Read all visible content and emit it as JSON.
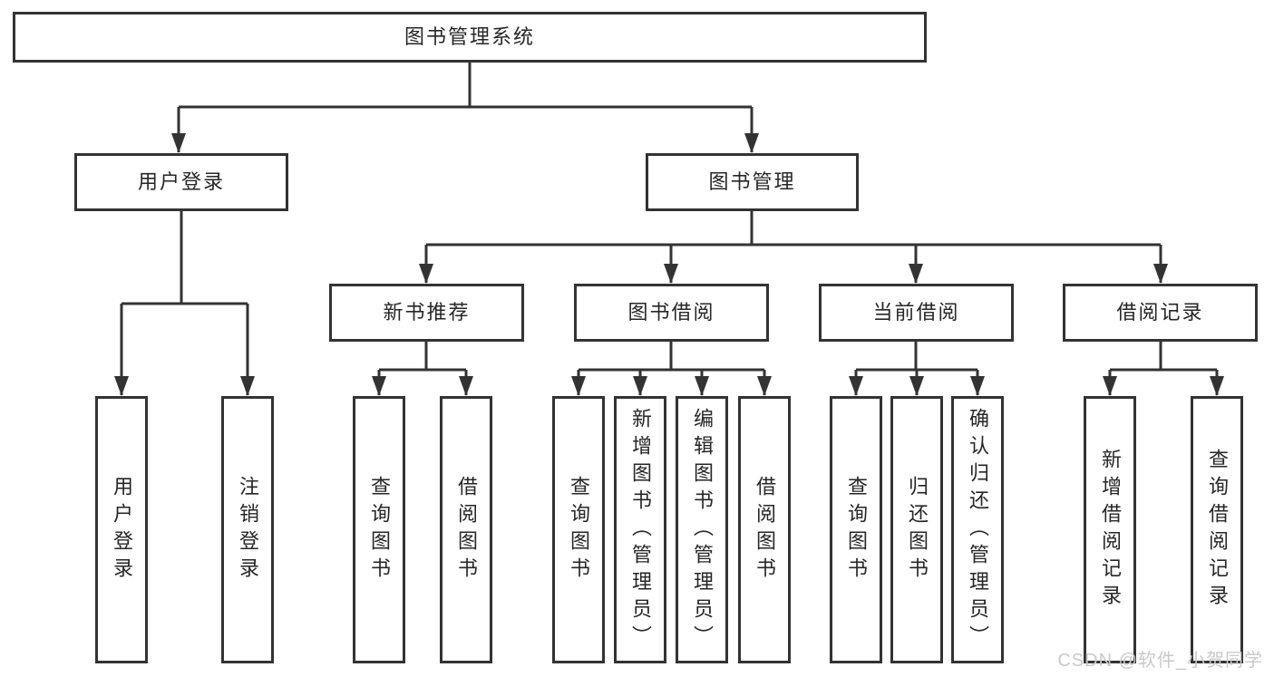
{
  "title": {
    "label": "图书管理系统"
  },
  "level2": {
    "user_login": {
      "label": "用户登录"
    },
    "book_mgmt": {
      "label": "图书管理"
    }
  },
  "level3": {
    "new_books": {
      "label": "新书推荐"
    },
    "book_borrow": {
      "label": "图书借阅"
    },
    "current_borrow": {
      "label": "当前借阅"
    },
    "borrow_records": {
      "label": "借阅记录"
    }
  },
  "leaves": {
    "login": {
      "label": "用户登录"
    },
    "logout": {
      "label": "注销登录"
    },
    "new_books_query": {
      "label": "查询图书"
    },
    "new_books_borrow": {
      "label": "借阅图书"
    },
    "borrow_query": {
      "label": "查询图书"
    },
    "borrow_add": {
      "label": "新增图书（管理员）"
    },
    "borrow_edit": {
      "label": "编辑图书（管理员）"
    },
    "borrow_borrow": {
      "label": "借阅图书"
    },
    "current_query": {
      "label": "查询图书"
    },
    "current_return": {
      "label": "归还图书"
    },
    "current_confirm": {
      "label": "确认归还（管理员）"
    },
    "records_add": {
      "label": "新增借阅记录"
    },
    "records_query": {
      "label": "查询借阅记录"
    }
  },
  "watermark": {
    "label": "CSDN @软件_小贺同学"
  },
  "colors": {
    "line": "#333333",
    "text": "#262626",
    "watermark": "#c9c9c9",
    "background": "#ffffff"
  }
}
